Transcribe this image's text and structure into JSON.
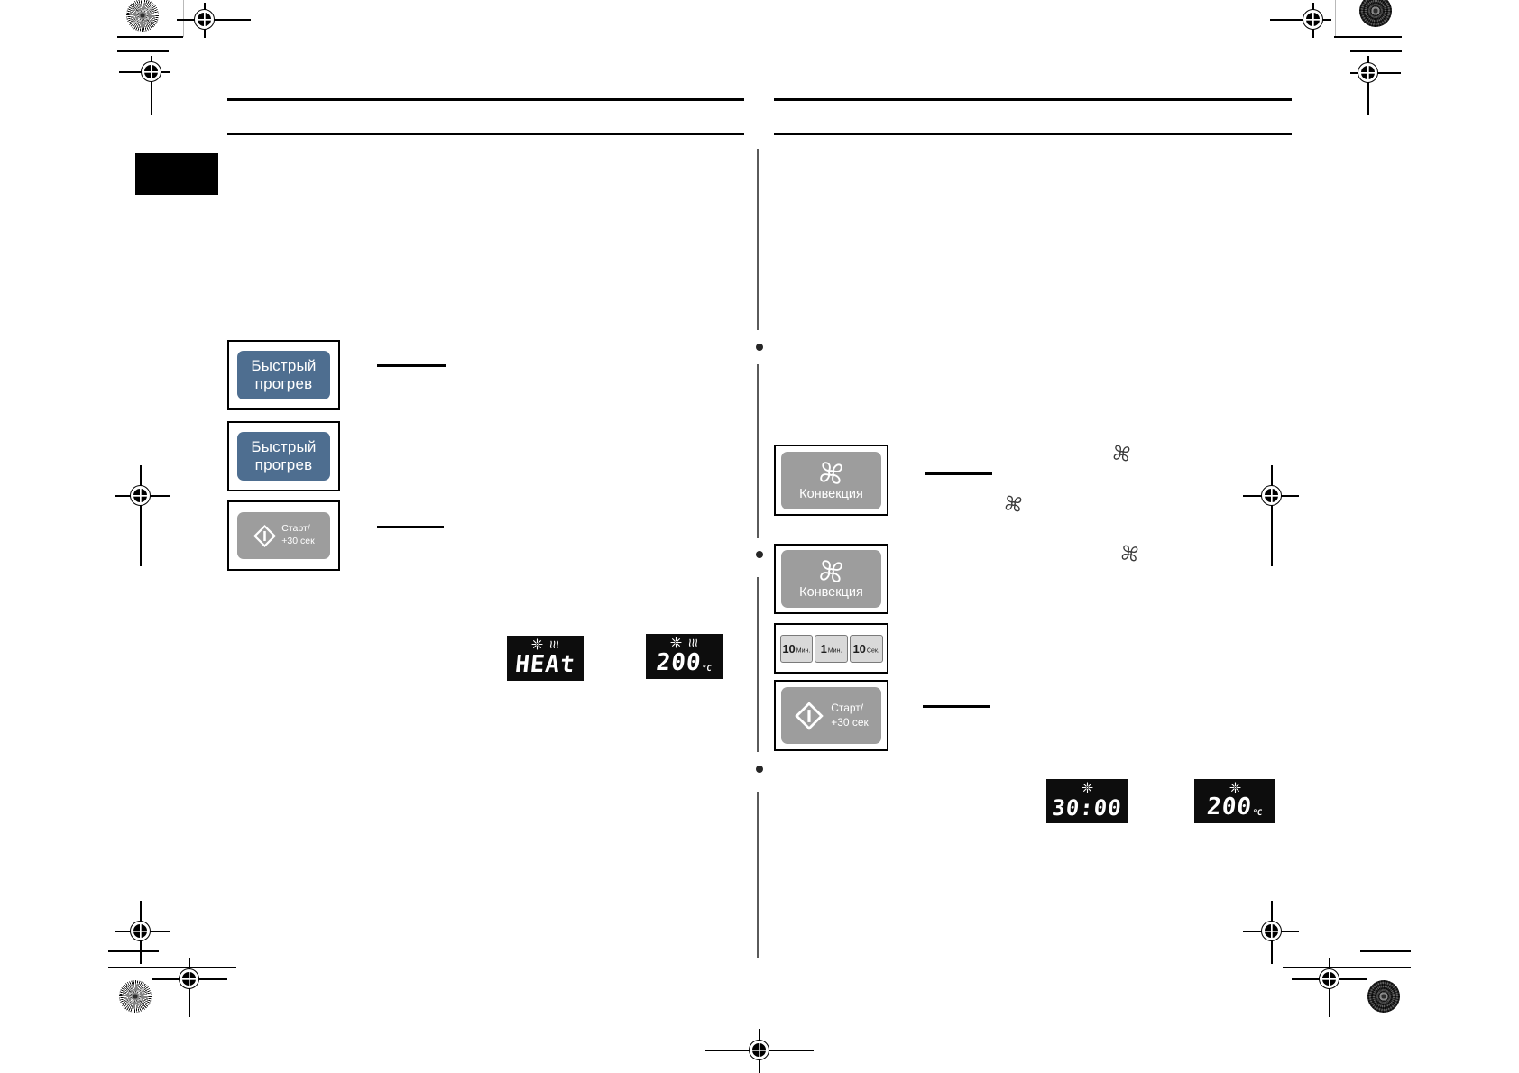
{
  "colors": {
    "button_blue": "#4e6e90",
    "button_gray": "#9d9d9d",
    "small_button_bg": "#d9d9d9",
    "display_bg": "#0d0d0d",
    "display_text": "#ffffff",
    "connector_gray": "#5a5a5a"
  },
  "left_column": {
    "quick_preheat_button_1": {
      "line1": "Быстрый",
      "line2": "прогрев"
    },
    "quick_preheat_button_2": {
      "line1": "Быстрый",
      "line2": "прогрев"
    },
    "start_button": {
      "line1": "Старт/",
      "line2": "+30 сек",
      "icon": "diamond-start-icon"
    },
    "display_mode": {
      "value": "HEAt",
      "icons": [
        "preheat-star-icon",
        "heat-icon"
      ]
    },
    "display_temperature": {
      "value": "200",
      "unit": "°C",
      "icons": [
        "preheat-star-icon",
        "heat-icon"
      ]
    }
  },
  "right_column": {
    "convection_button_1": {
      "label": "Конвекция",
      "icon": "fan-icon"
    },
    "convection_button_2": {
      "label": "Конвекция",
      "icon": "fan-icon"
    },
    "time_buttons": [
      {
        "value": "10",
        "unit": "Мин."
      },
      {
        "value": "1",
        "unit": "Мин."
      },
      {
        "value": "10",
        "unit": "Сек."
      }
    ],
    "start_button": {
      "line1": "Старт/",
      "line2": "+30 сек",
      "icon": "diamond-start-icon"
    },
    "display_time": {
      "value": "30:00",
      "icons": [
        "preheat-star-icon"
      ]
    },
    "display_temperature": {
      "value": "200",
      "unit": "°C",
      "icons": [
        "preheat-star-icon"
      ]
    },
    "inline_fan_symbols": 3
  }
}
